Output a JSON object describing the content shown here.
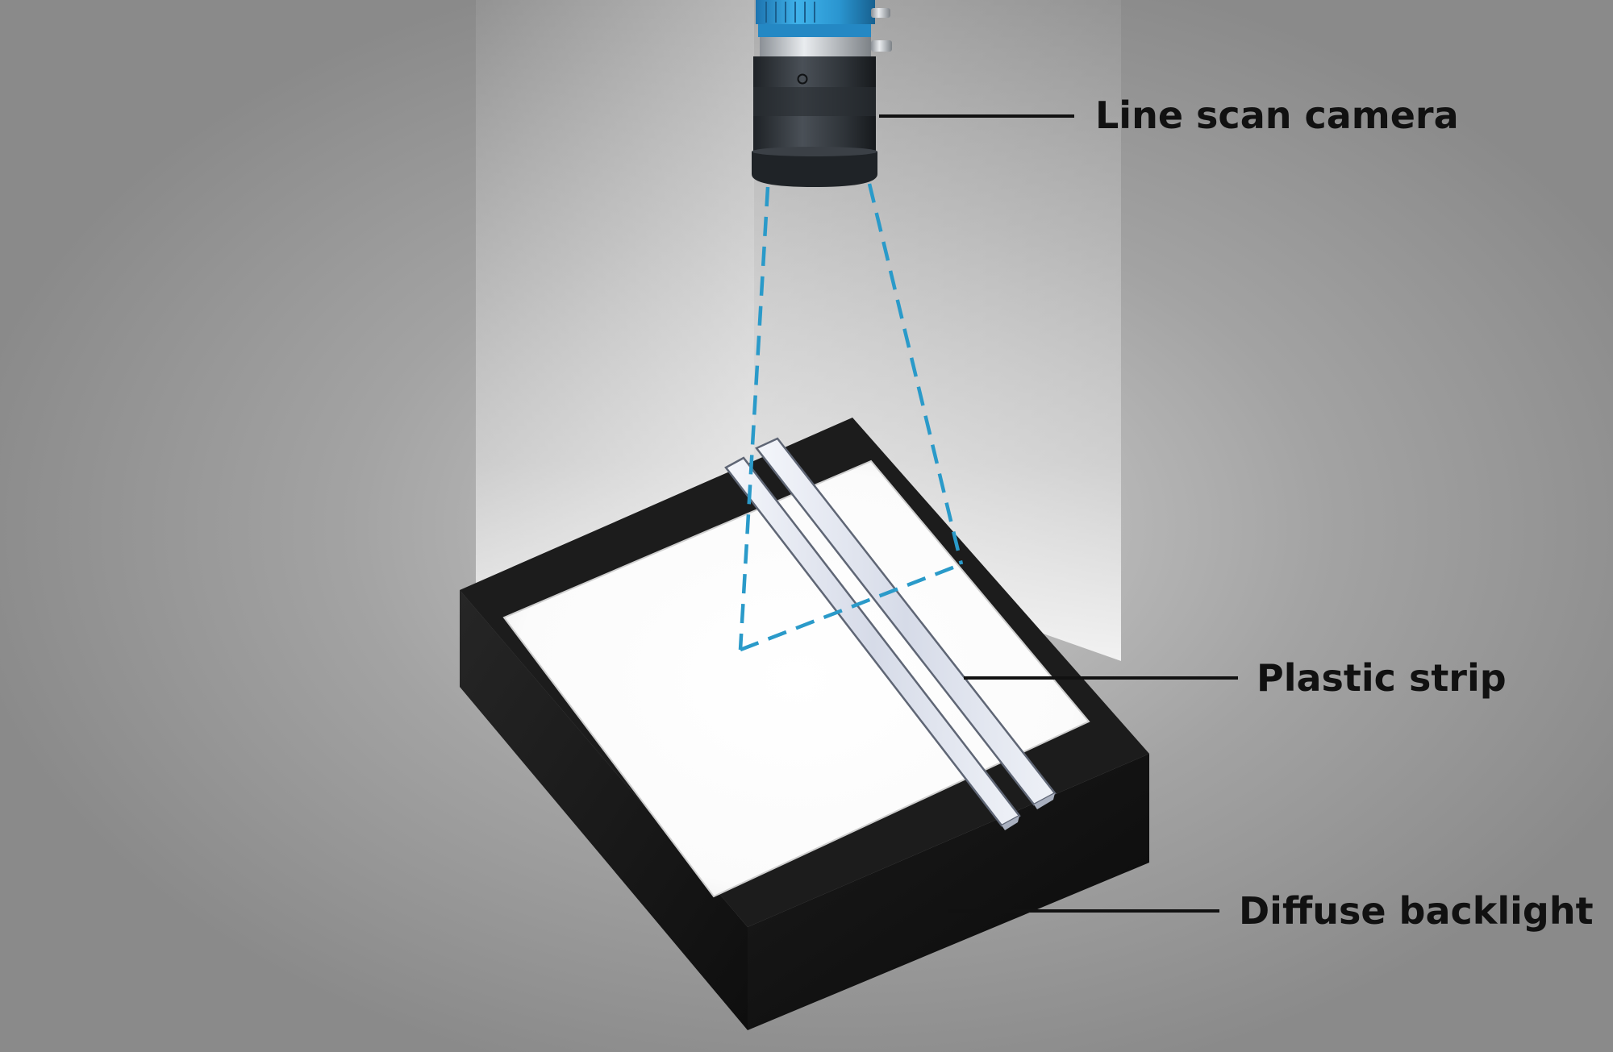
{
  "labels": {
    "camera": "Line scan camera",
    "strip": "Plastic strip",
    "backlight": "Diffuse backlight"
  },
  "colors": {
    "background": "#8e8e8e",
    "scan_lines": "#2a9ac9",
    "camera_blue": "#2d9bd6",
    "camera_body": "#2b2f33",
    "backlight_frame": "#161616",
    "backlight_surface": "#ffffff",
    "strip": "#dfe3ee",
    "leader_lines": "#111111"
  },
  "icons": {
    "camera": "line-scan-camera-icon",
    "backlight": "diffuse-backlight-icon",
    "strip": "plastic-strip-icon"
  }
}
